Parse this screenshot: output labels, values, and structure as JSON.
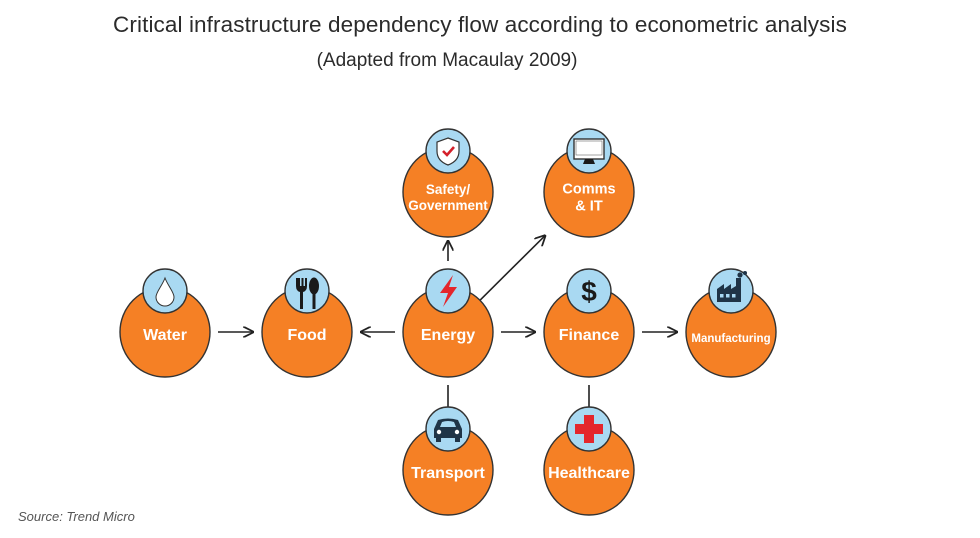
{
  "title": "Critical infrastructure dependency flow according to econometric analysis",
  "subtitle": "(Adapted from Macaulay 2009)",
  "source": "Source: Trend Micro",
  "colors": {
    "node_fill": "#f58025",
    "node_stroke": "#333333",
    "icon_fill": "#a9d9f2",
    "icon_stroke": "#333333",
    "arrow": "#222222",
    "energy_bolt": "#e4262c",
    "health_cross": "#e4262c",
    "shield_check": "#d4202a"
  },
  "nodes": [
    {
      "id": "water",
      "lines": [
        "Water"
      ],
      "icon": "water-drop-icon"
    },
    {
      "id": "food",
      "lines": [
        "Food"
      ],
      "icon": "fork-spoon-icon"
    },
    {
      "id": "energy",
      "lines": [
        "Energy"
      ],
      "icon": "lightning-bolt-icon"
    },
    {
      "id": "finance",
      "lines": [
        "Finance"
      ],
      "icon": "dollar-icon"
    },
    {
      "id": "manufacturing",
      "lines": [
        "Manufacturing"
      ],
      "icon": "factory-icon"
    },
    {
      "id": "safety",
      "lines": [
        "Safety/",
        "Government"
      ],
      "icon": "shield-check-icon"
    },
    {
      "id": "comms",
      "lines": [
        "Comms",
        "& IT"
      ],
      "icon": "monitor-icon"
    },
    {
      "id": "transport",
      "lines": [
        "Transport"
      ],
      "icon": "car-icon"
    },
    {
      "id": "healthcare",
      "lines": [
        "Healthcare"
      ],
      "icon": "medical-cross-icon"
    }
  ],
  "edges": [
    {
      "from": "water",
      "to": "food"
    },
    {
      "from": "energy",
      "to": "food"
    },
    {
      "from": "energy",
      "to": "finance"
    },
    {
      "from": "finance",
      "to": "manufacturing"
    },
    {
      "from": "energy",
      "to": "safety"
    },
    {
      "from": "energy",
      "to": "comms"
    },
    {
      "from": "energy",
      "to": "transport"
    },
    {
      "from": "finance",
      "to": "healthcare"
    }
  ]
}
